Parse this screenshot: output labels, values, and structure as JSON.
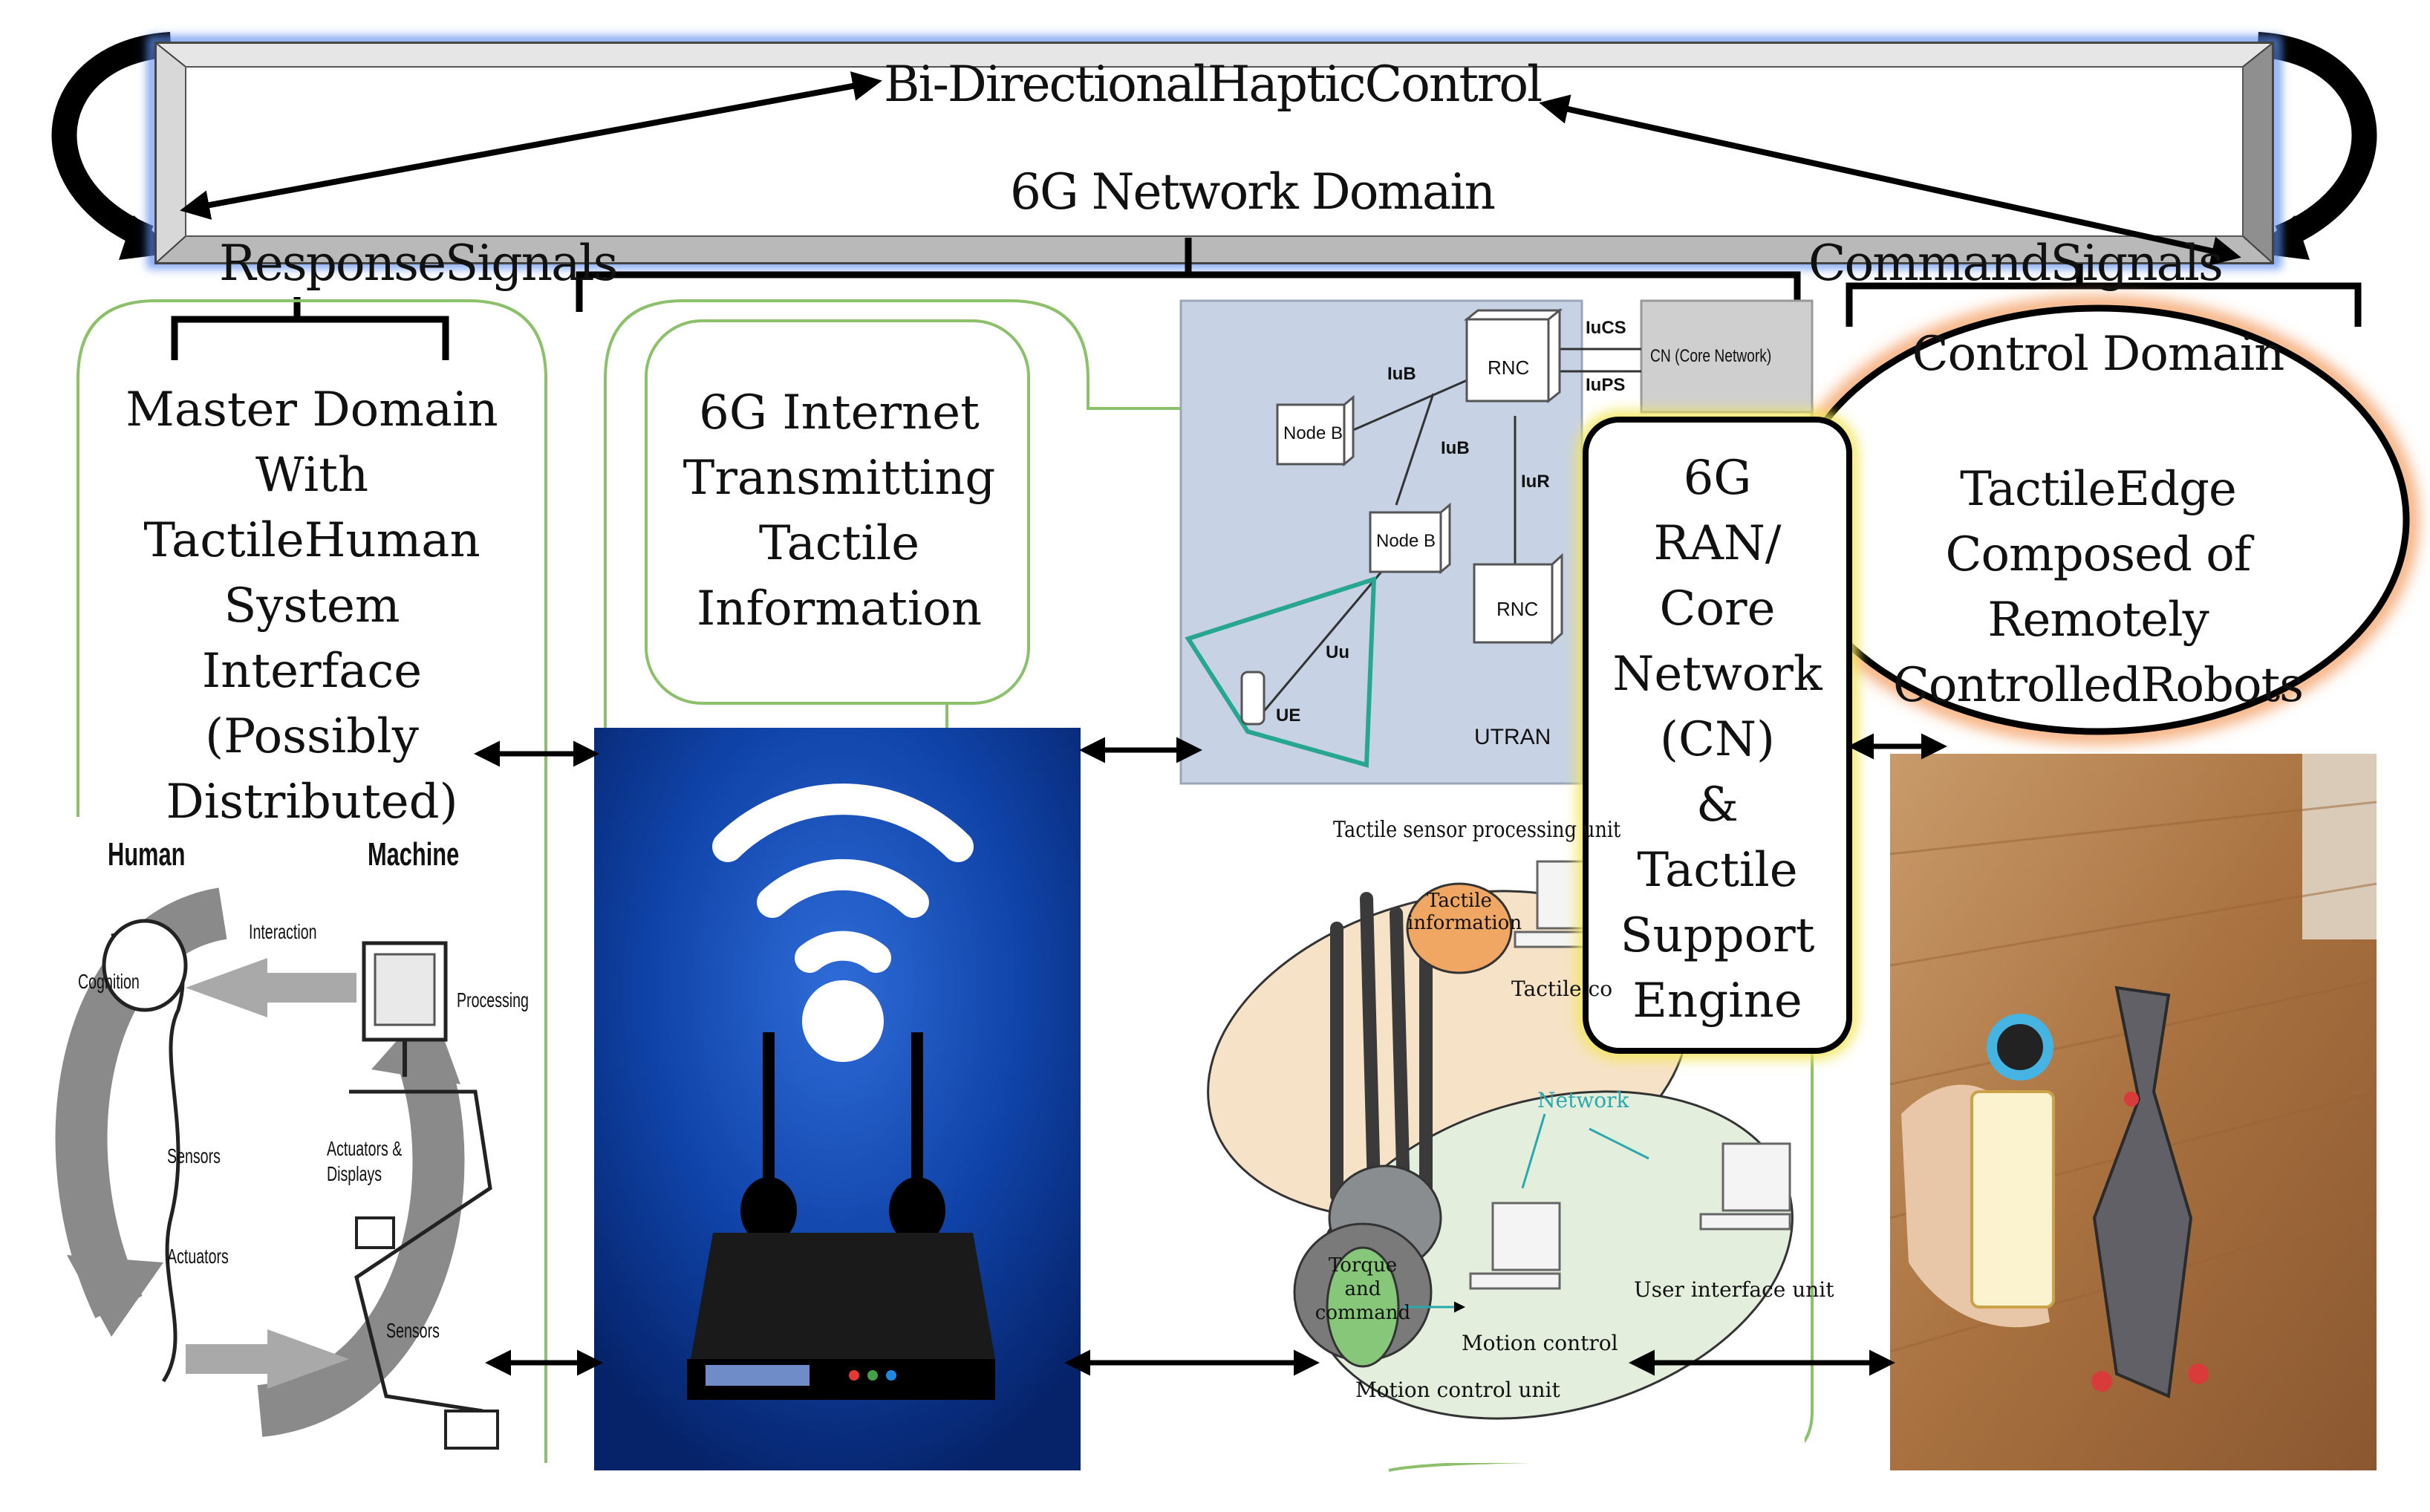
{
  "labels": {
    "haptic_control": "Bi-DirectionalHapticControl",
    "network_domain": "6G Network Domain",
    "response_signals": "ResponseSignals",
    "command_signals": "CommandSignals",
    "master_domain": "Master Domain\nWith\nTactileHuman\nSystem\nInterface\n(Possibly\nDistributed)",
    "internet": "6G Internet\nTransmitting\nTactile\nInformation",
    "ran_core": "6G\nRAN/\nCore\nNetwork\n(CN)\n&\nTactile\nSupport\nEngine",
    "control_domain_title": "Control Domain",
    "control_domain_body": "TactileEdge\nComposed of\nRemotely\nControlledRobots"
  },
  "hmi_diagram": {
    "human": "Human",
    "machine": "Machine",
    "interaction": "Interaction",
    "cognition": "Cognition",
    "processing": "Processing",
    "sensors_left": "Sensors",
    "actuators_left": "Actuators",
    "actuators_displays": "Actuators &\nDisplays",
    "sensors_right": "Sensors"
  },
  "utran_diagram": {
    "node_b_1": "Node B",
    "node_b_2": "Node B",
    "rnc_1": "RNC",
    "rnc_2": "RNC",
    "cn": "CN (Core Network)",
    "iucs": "IuCS",
    "iups": "IuPS",
    "iub_1": "IuB",
    "iub_2": "IuB",
    "iur": "IuR",
    "uu": "Uu",
    "ue": "UE",
    "utran": "UTRAN"
  },
  "tactile_diagram": {
    "sensor_unit": "Tactile sensor processing unit",
    "tactile_info": "Tactile\ninformation",
    "tactile_control": "Tactile co",
    "network": "Network",
    "torque": "Torque\nand\ncommand",
    "motion_control": "Motion control",
    "motion_unit": "Motion control unit",
    "ui_unit": "User interface unit"
  },
  "colors": {
    "green_outline": "#8cc06a",
    "blue_glow": "#5b8def",
    "orange_glow": "#f5a66e",
    "yellow_glow": "#f3e65a",
    "router_bg": "#0d3e9e",
    "utran_bg": "#c7d2e4",
    "floor": "#b07a4c"
  }
}
